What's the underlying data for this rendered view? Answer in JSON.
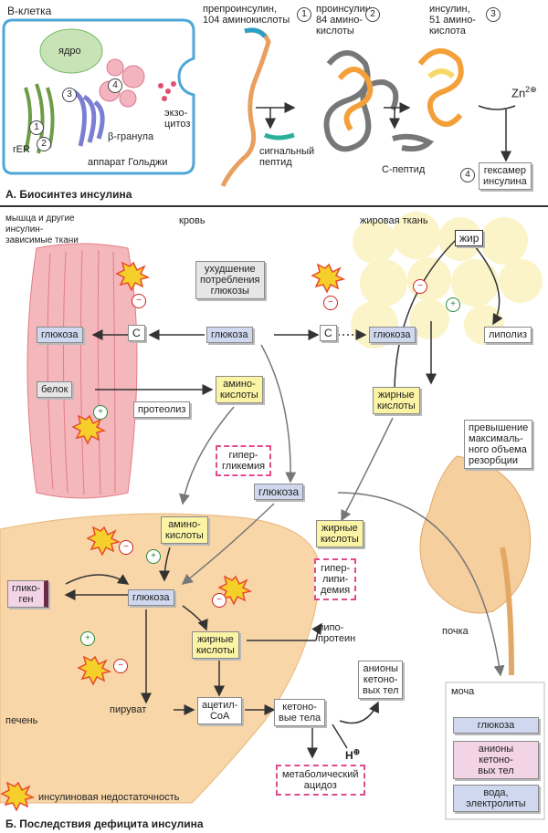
{
  "section_a": {
    "title": "А. Биосинтез инсулина",
    "cell_label": "B-клетка",
    "nucleus": "ядро",
    "rer": "rER",
    "golgi": "аппарат Гольджи",
    "granule": "β-гранула",
    "exocytosis": [
      "экзо-",
      "цитоз"
    ],
    "cell_step_1": "1",
    "cell_step_2": "2",
    "cell_step_3": "3",
    "cell_step_4": "4",
    "preproinsulin": [
      "препроинсулин,",
      "104 аминокислоты"
    ],
    "proinsulin": [
      "проинсулин,",
      "84 амино-",
      "кислоты"
    ],
    "insulin": [
      "инсулин,",
      "51 амино-",
      "кислота"
    ],
    "step_1": "1",
    "step_2": "2",
    "step_3": "3",
    "step_4": "4",
    "signal_peptide": [
      "сигнальный",
      "пептид"
    ],
    "c_peptide": "С-пептид",
    "zn": "Zn",
    "zn_sup": "2⊕",
    "hexamer": [
      "гексамер",
      "инсулина"
    ]
  },
  "section_b": {
    "title": "Б. Последствия дефицита инсулина",
    "muscle": [
      "мышца и другие",
      "инсулин-",
      "зависимые ткани"
    ],
    "blood": "кровь",
    "fat_tissue": "жировая ткань",
    "impaired_uptake": [
      "ухудшение",
      "потребления",
      "глюкозы"
    ],
    "fat": "жир",
    "glucose_muscle": "глюкоза",
    "glucose_blood": "глюкоза",
    "glucose_fat": "глюкоза",
    "c_left": "С",
    "c_right": "С",
    "lipolysis": "липолиз",
    "protein": "белок",
    "proteolysis": "протеолиз",
    "amino_acids_1": [
      "амино-",
      "кислоты"
    ],
    "fatty_acids_1": [
      "жирные",
      "кислоты"
    ],
    "hyperglycemia": [
      "гипер-",
      "гликемия"
    ],
    "glucose_kidney": "глюкоза",
    "reabsorption": [
      "превышение",
      "максималь-",
      "ного объема",
      "резорбции"
    ],
    "amino_acids_2": [
      "амино-",
      "кислоты"
    ],
    "fatty_acids_2": [
      "жирные",
      "кислоты"
    ],
    "hyperlipidemia": [
      "гипер-",
      "липи-",
      "демия"
    ],
    "glycogen": [
      "глико-",
      "ген"
    ],
    "glucose_liver": "глюкоза",
    "lipoprotein": [
      "липо-",
      "протеин"
    ],
    "fatty_acids_3": [
      "жирные",
      "кислоты"
    ],
    "kidney": "почка",
    "ketone_anions": [
      "анионы",
      "кетоно-",
      "вых тел"
    ],
    "pyruvate": "пируват",
    "acetyl_coa": [
      "ацетил-",
      "CoA"
    ],
    "ketone_bodies": [
      "кетоно-",
      "вые тела"
    ],
    "h_plus": "H",
    "h_sup": "⊕",
    "acidosis": [
      "метаболический",
      "ацидоз"
    ],
    "liver": "печень",
    "urine": "моча",
    "urine_glucose": "глюкоза",
    "urine_anions": [
      "анионы",
      "кетоно-",
      "вых тел"
    ],
    "urine_water": [
      "вода,",
      "электролиты"
    ],
    "legend": "инсулиновая недостаточность",
    "plus": "+",
    "minus": "−"
  },
  "colors": {
    "cell_border": "#4fa7d8",
    "liver": "#f8d6a8",
    "muscle": "#f1a9ae",
    "fat": "#fbf4c8",
    "kidney": "#f6cf9f",
    "blue_box": "#cfd8ee",
    "yellow_box": "#fbf4a4",
    "burst": "#f6d02a",
    "burst_edge": "#e84a2a"
  }
}
